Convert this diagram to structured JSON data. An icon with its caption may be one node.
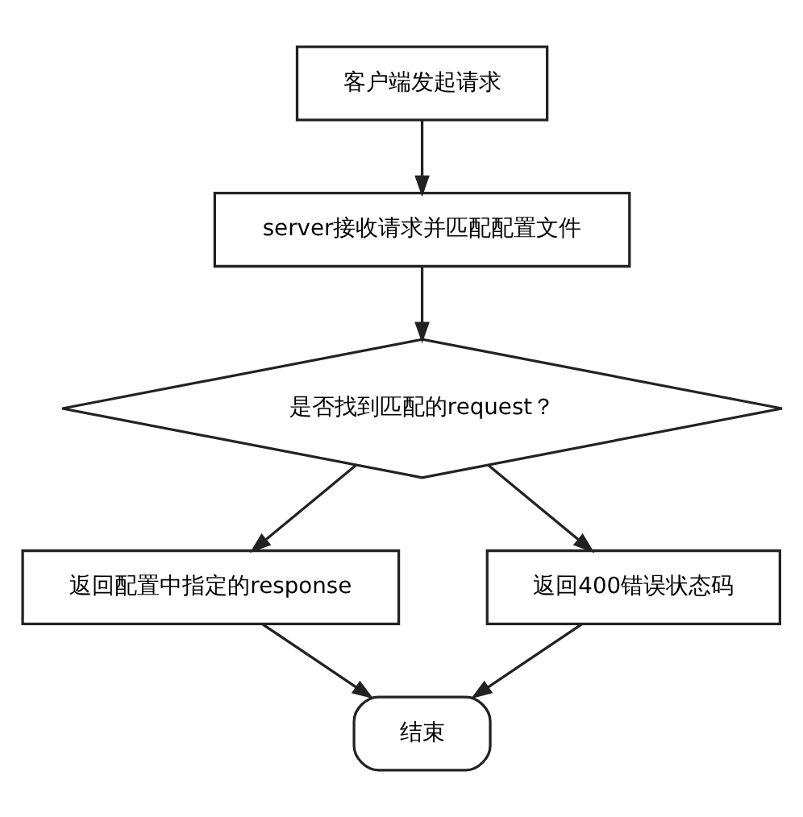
{
  "diagram": {
    "nodes": [
      {
        "text": [
          "客户端发起请求"
        ]
      },
      {
        "text": [
          "server接收请求并匹配配置文件"
        ]
      },
      {
        "text": [
          "是否找到匹配的request？"
        ]
      },
      {
        "text": [
          "返回配置中指定的response"
        ]
      },
      {
        "text": [
          "返回400错误状态码"
        ]
      },
      {
        "text": [
          "结束"
        ]
      }
    ],
    "edges": [
      {
        "from": 0,
        "to": 1,
        "arrow": "to"
      },
      {
        "from": 1,
        "to": 2,
        "arrow": "to"
      },
      {
        "from": 2,
        "to": 3,
        "arrow": "to"
      },
      {
        "from": 2,
        "to": 4,
        "arrow": "to"
      },
      {
        "from": 3,
        "to": 5,
        "arrow": "to"
      },
      {
        "from": 4,
        "to": 5,
        "arrow": "to"
      }
    ]
  }
}
